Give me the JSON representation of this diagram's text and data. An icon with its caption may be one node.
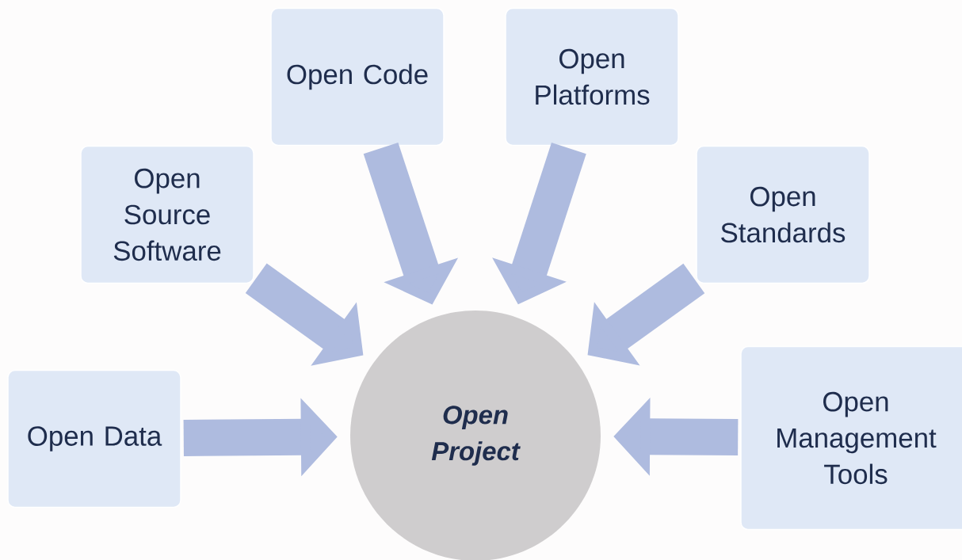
{
  "diagram": {
    "nodes": [
      {
        "text": [
          "Open Code"
        ]
      },
      {
        "text": [
          "Open Platforms"
        ]
      },
      {
        "text": [
          "Open Source Software"
        ]
      },
      {
        "text": [
          "Open Standards"
        ]
      },
      {
        "text": [
          "Open Management Tools"
        ]
      },
      {
        "text": [
          "Open Data"
        ]
      },
      {
        "text": [
          "Open Project"
        ]
      }
    ],
    "edges": [
      {
        "from": 0,
        "to": 6,
        "arrow": "to"
      },
      {
        "from": 1,
        "to": 6,
        "arrow": "to"
      },
      {
        "from": 2,
        "to": 6,
        "arrow": "to"
      },
      {
        "from": 3,
        "to": 6,
        "arrow": "to"
      },
      {
        "from": 4,
        "to": 6,
        "arrow": "to"
      },
      {
        "from": 5,
        "to": 6,
        "arrow": "to"
      }
    ]
  }
}
